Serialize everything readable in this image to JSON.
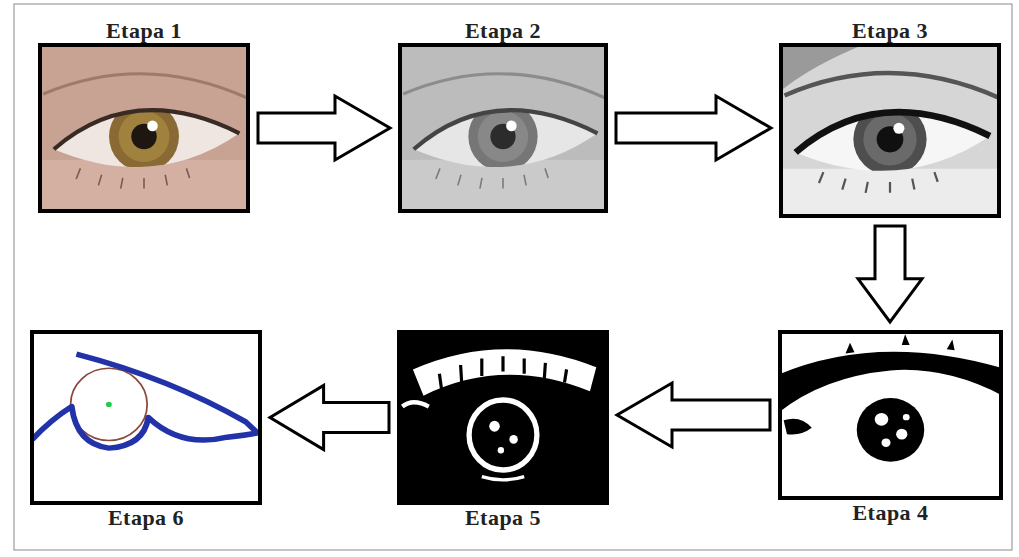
{
  "diagram": {
    "nodes": [
      {
        "text": [
          "Etapa 1"
        ]
      },
      {
        "text": [
          "Etapa 2"
        ]
      },
      {
        "text": [
          "Etapa 3"
        ]
      },
      {
        "text": [
          "Etapa 4"
        ]
      },
      {
        "text": [
          "Etapa 5"
        ]
      },
      {
        "text": [
          "Etapa 6"
        ]
      }
    ],
    "edges": [
      {
        "from": 0,
        "to": 1,
        "arrow": "to"
      },
      {
        "from": 1,
        "to": 2,
        "arrow": "to"
      },
      {
        "from": 2,
        "to": 3,
        "arrow": "to"
      },
      {
        "from": 3,
        "to": 4,
        "arrow": "to"
      },
      {
        "from": 4,
        "to": 5,
        "arrow": "to"
      }
    ]
  }
}
